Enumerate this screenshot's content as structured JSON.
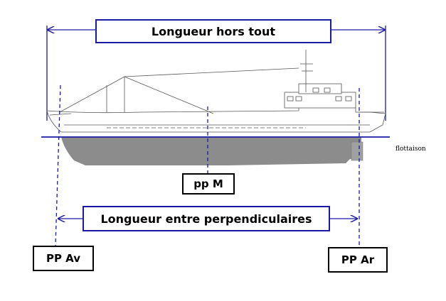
{
  "labels": {
    "length_overall": "Longueur hors tout",
    "length_between_perpendiculars": "Longueur entre perpendiculaires",
    "midship_perpendicular": "pp M",
    "forward_perpendicular": "PP Av",
    "aft_perpendicular": "PP Ar",
    "waterline": "flottaison"
  },
  "colors": {
    "dimension_lines": "#1a1aa6",
    "hull_underwater": "#8c8c8c",
    "ship_outline": "#555555",
    "text": "#000000"
  }
}
